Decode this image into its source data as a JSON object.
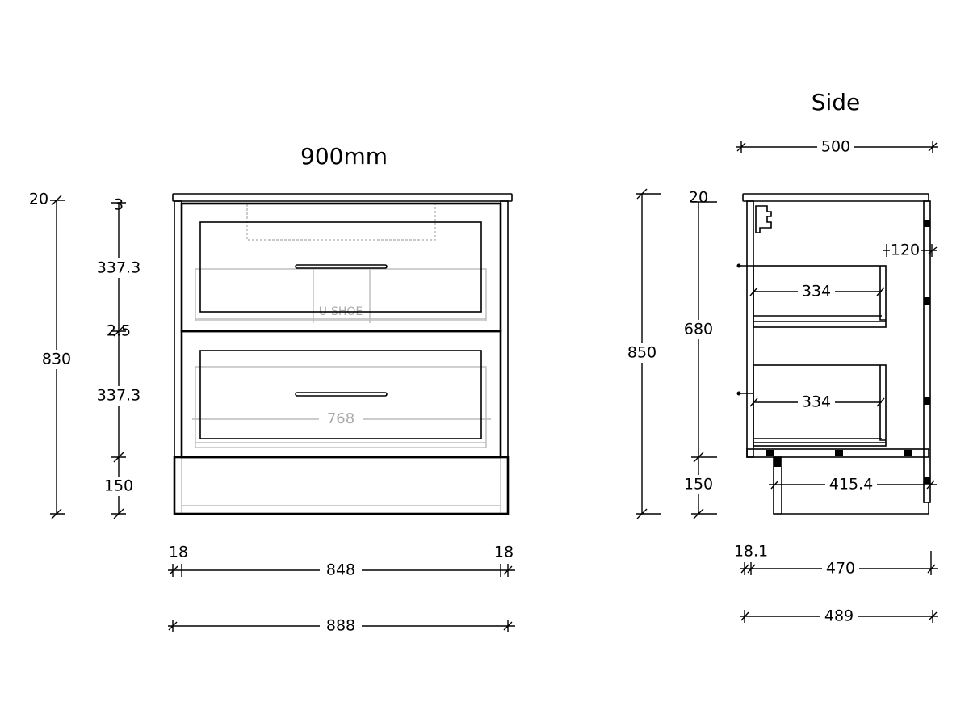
{
  "front_view": {
    "title": "900mm",
    "watermark": "U-SHOE",
    "dims": {
      "top_thickness": "20",
      "overall_height": "830",
      "top_gap": "3",
      "drawer_top": "337.3",
      "drawer_gap": "2.5",
      "drawer_bottom": "337.3",
      "kick": "150",
      "inner_width_hidden": "768",
      "side_left": "18",
      "side_right": "18",
      "inner_width": "848",
      "overall_width": "888"
    }
  },
  "side_view": {
    "title": "Side",
    "dims": {
      "depth_top": "500",
      "overall_height": "850",
      "top_thickness": "20",
      "carcass_height": "680",
      "kick": "150",
      "back_gap": "120",
      "drawer_top_depth": "334",
      "drawer_bottom_depth": "334",
      "kick_depth": "415.4",
      "front_thickness": "18.1",
      "carcass_depth": "470",
      "overall_depth": "489"
    }
  }
}
